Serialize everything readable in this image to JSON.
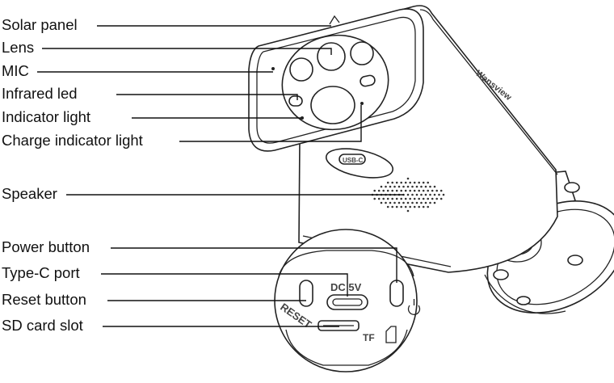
{
  "callouts": {
    "solar_panel": "Solar panel",
    "lens": "Lens",
    "mic": "MIC",
    "infrared_led": "Infrared led",
    "indicator_light": "Indicator light",
    "charge_indicator_light": "Charge indicator light",
    "speaker": "Speaker",
    "power_button": "Power button",
    "type_c_port": "Type-C port",
    "reset_button": "Reset button",
    "sd_card_slot": "SD card slot"
  },
  "device_markings": {
    "brand": "Wansview",
    "usb_label": "USB-C",
    "port_label": "DC 5V",
    "reset_label": "RESET",
    "tf_label": "TF"
  }
}
